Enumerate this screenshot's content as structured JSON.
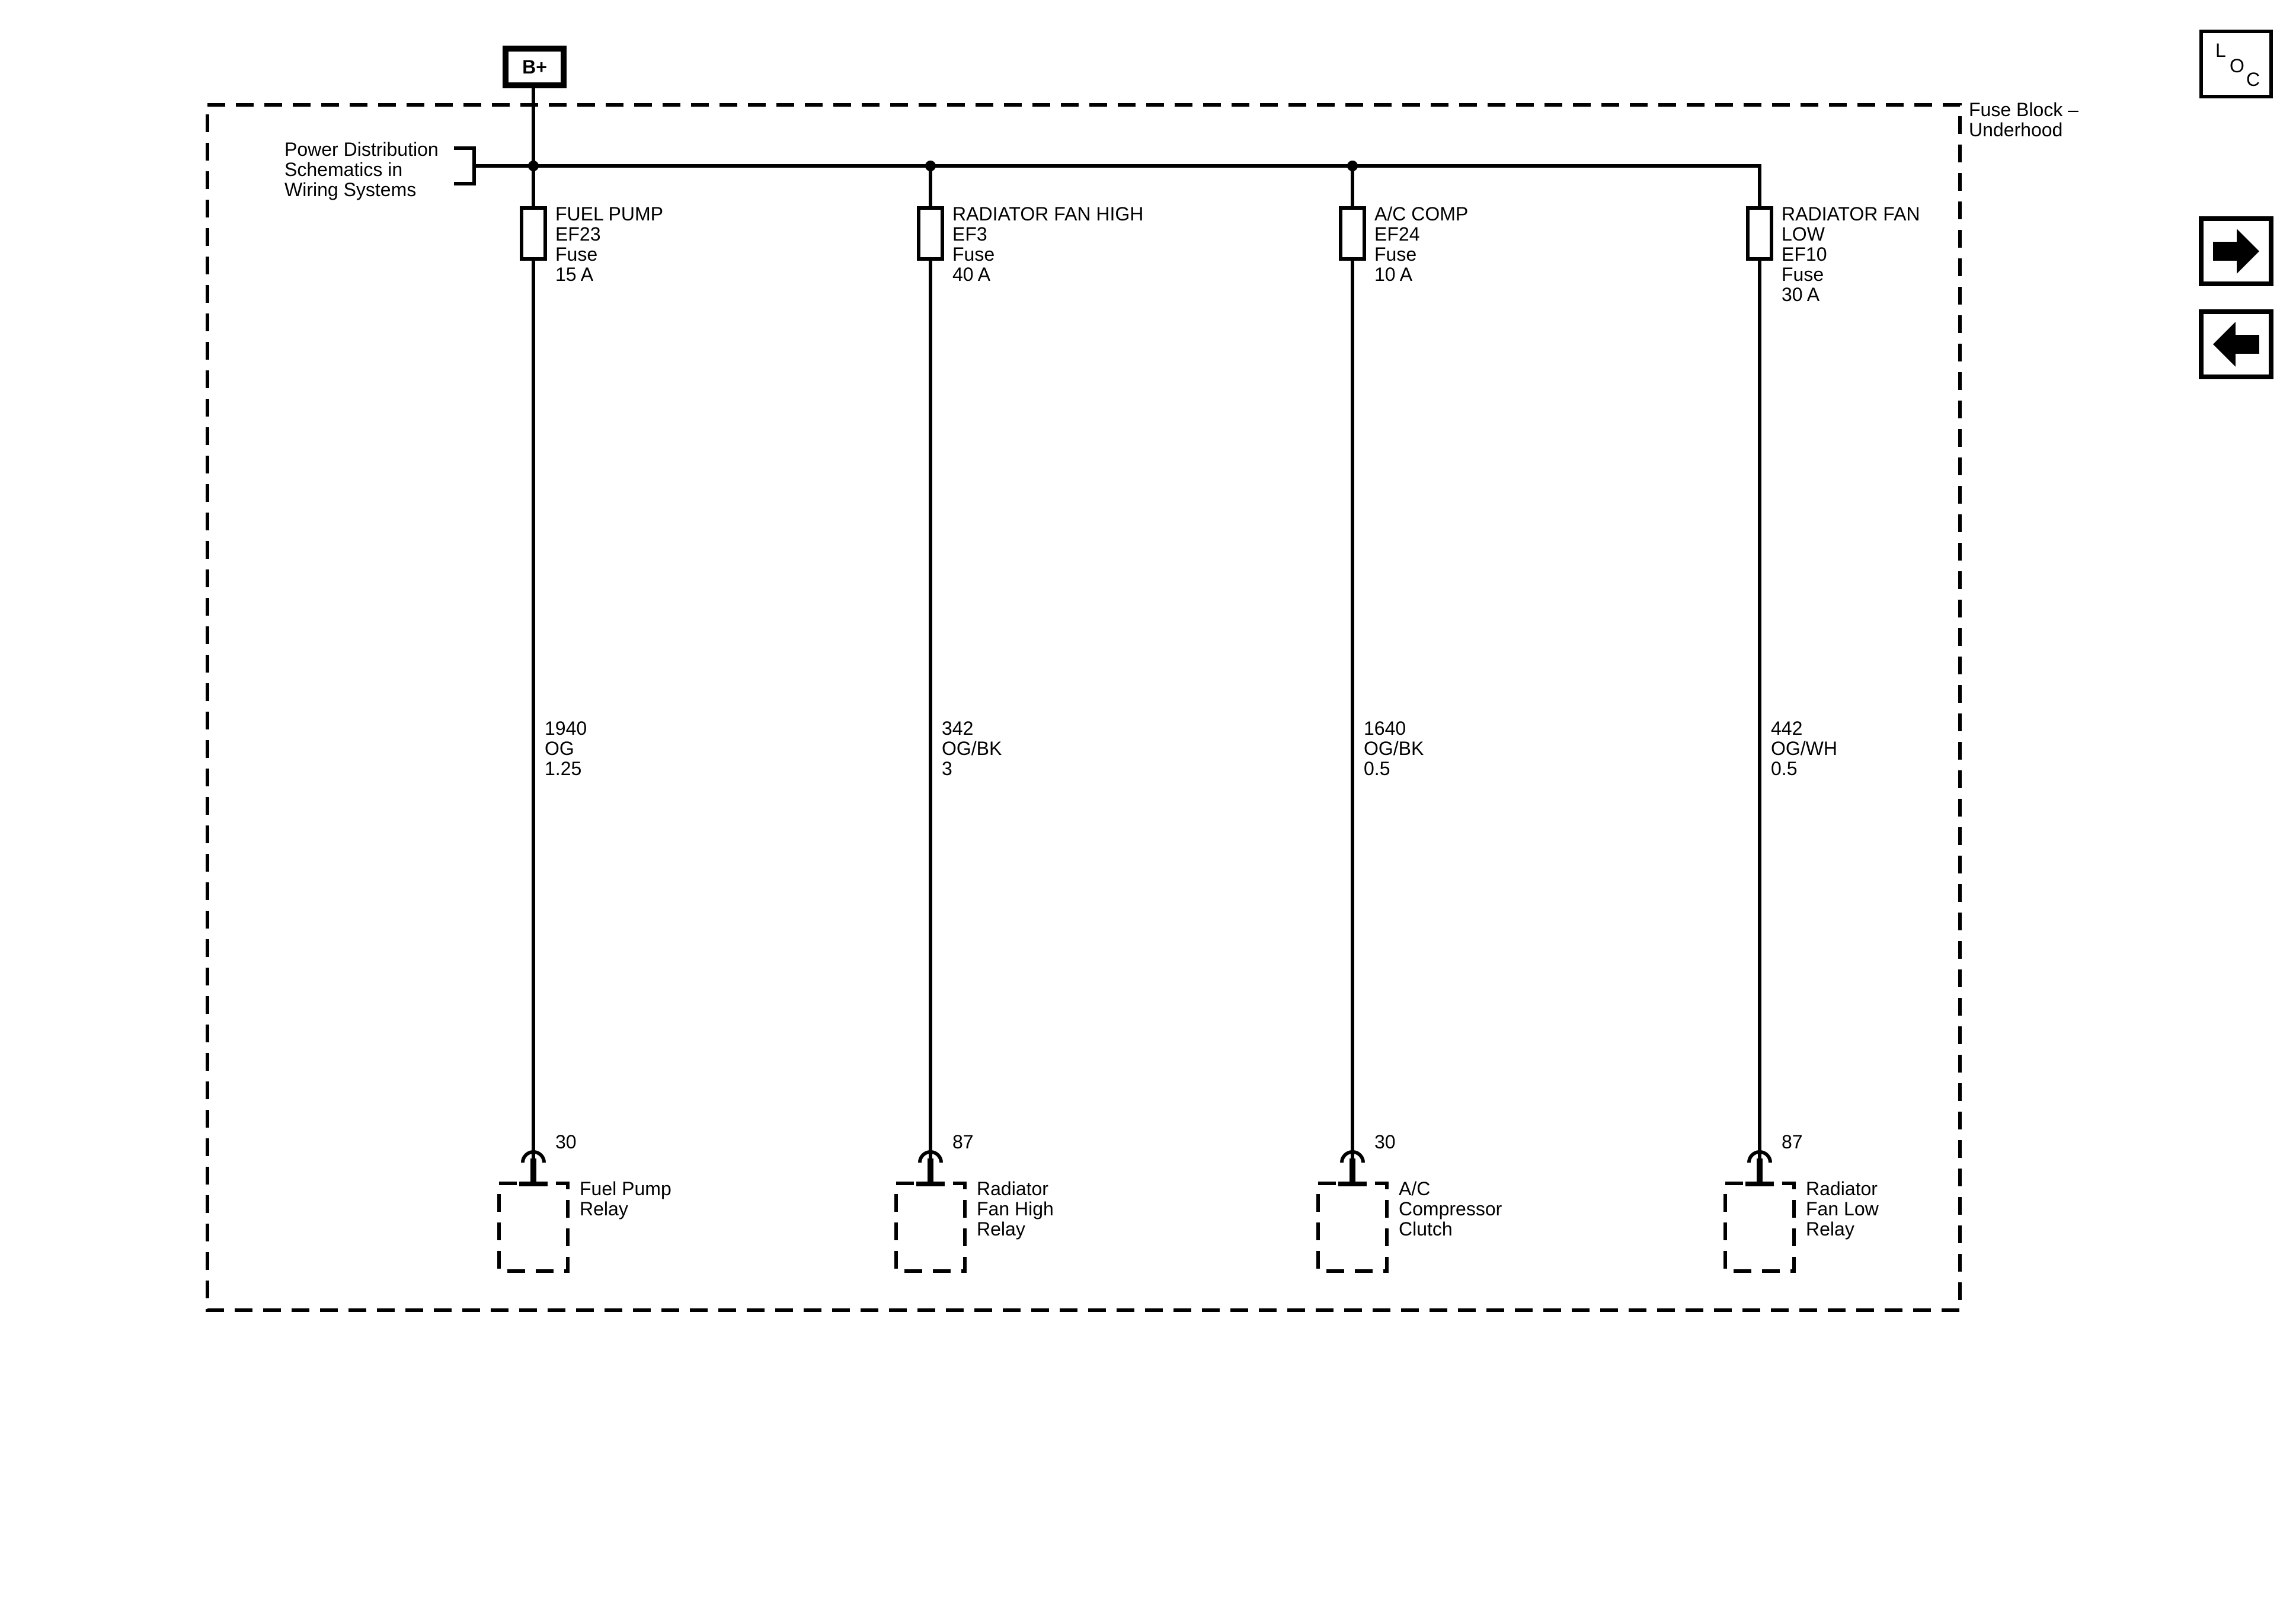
{
  "battery_label": "B+",
  "fuse_block_label": [
    "Fuse Block –",
    "Underhood"
  ],
  "power_dist_ref": [
    "Power Distribution",
    "Schematics in",
    "Wiring Systems"
  ],
  "loc_icon": {
    "letters": [
      "L",
      "O",
      "C"
    ]
  },
  "nav_icons": {
    "forward": "right-arrow-icon",
    "back": "left-arrow-icon"
  },
  "circuits": [
    {
      "fuse": [
        "FUEL PUMP",
        "EF23",
        "Fuse",
        "15 A"
      ],
      "wire": [
        "1940",
        "OG",
        "1.25"
      ],
      "pin": "30",
      "component": [
        "Fuel Pump",
        "Relay"
      ]
    },
    {
      "fuse": [
        "RADIATOR FAN HIGH",
        "EF3",
        "Fuse",
        "40 A"
      ],
      "wire": [
        "342",
        "OG/BK",
        "3"
      ],
      "pin": "87",
      "component": [
        "Radiator",
        "Fan High",
        "Relay"
      ]
    },
    {
      "fuse": [
        "A/C COMP",
        "EF24",
        "Fuse",
        "10 A"
      ],
      "wire": [
        "1640",
        "OG/BK",
        "0.5"
      ],
      "pin": "30",
      "component": [
        "A/C",
        "Compressor",
        "Clutch"
      ]
    },
    {
      "fuse": [
        "RADIATOR FAN",
        "LOW",
        "EF10",
        "Fuse",
        "30 A"
      ],
      "wire": [
        "442",
        "OG/WH",
        "0.5"
      ],
      "pin": "87",
      "component": [
        "Radiator",
        "Fan Low",
        "Relay"
      ]
    }
  ]
}
